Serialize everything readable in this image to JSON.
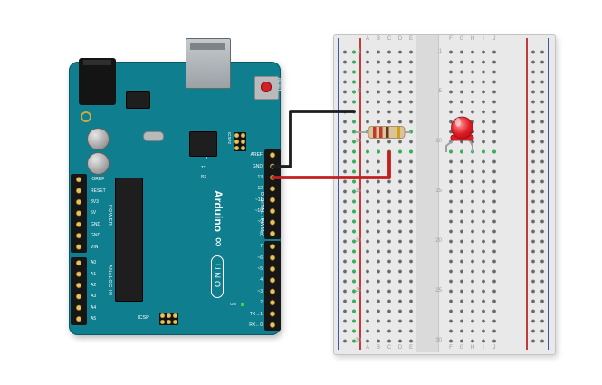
{
  "arduino": {
    "brand": "Arduino",
    "model": "UNO",
    "logo_glyph": "∞",
    "digital_pins_upper": [
      "AREF",
      "GND",
      "13",
      "12",
      "~11",
      "~10",
      "~9",
      "8"
    ],
    "digital_pins_lower": [
      "7",
      "~6",
      "~5",
      "4",
      "~3",
      "2",
      "TX→1",
      "RX←0"
    ],
    "digital_group_label": "DIGITAL (PWM~)",
    "power_pins": [
      "IOREF",
      "RESET",
      "3V3",
      "5V",
      "GND",
      "GND",
      "VIN"
    ],
    "power_group_label": "POWER",
    "analog_pins": [
      "A0",
      "A1",
      "A2",
      "A3",
      "A4",
      "A5"
    ],
    "analog_group_label": "ANALOG IN",
    "labels": {
      "icsp": "ICSP",
      "icsp2": "ICSP2",
      "on": "ON",
      "reset": "RESET",
      "l": "L",
      "tx": "TX",
      "rx": "RX"
    },
    "board_color": "#0f7e8e"
  },
  "breadboard": {
    "columns_left": [
      "A",
      "B",
      "C",
      "D",
      "E"
    ],
    "columns_right": [
      "F",
      "G",
      "H",
      "I",
      "J"
    ],
    "row_numbers": [
      "1",
      "5",
      "10",
      "15",
      "20",
      "25",
      "30"
    ],
    "rail_negative_color": "#3b56a5",
    "rail_positive_color": "#c23b3b",
    "connection_highlight_color": "#2fb457"
  },
  "components": {
    "wires": [
      {
        "name": "ground-wire",
        "color": "black",
        "color_hex": "#1d1d1d"
      },
      {
        "name": "pin13-wire",
        "color": "red",
        "color_hex": "#c21f1f"
      }
    ],
    "resistor": {
      "body_color_hex": "#dcc49a",
      "band_colors_hex": [
        "#c0392b",
        "#c0392b",
        "#5d3a1a",
        "#d4a017"
      ],
      "lead_color_hex": "#9aa0a3"
    },
    "led": {
      "color": "red",
      "color_hex": "#e01b24",
      "leg_color_hex": "#9aa0a3"
    }
  }
}
